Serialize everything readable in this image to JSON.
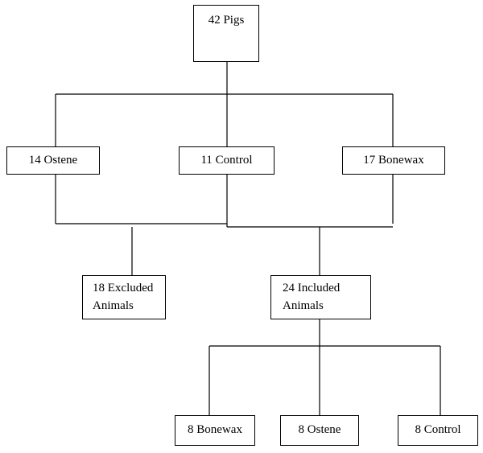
{
  "root": {
    "label": "42 Pigs"
  },
  "groups": [
    {
      "label": "14 Ostene"
    },
    {
      "label": "11 Control"
    },
    {
      "label": "17 Bonewax"
    }
  ],
  "outcomes": {
    "excluded": {
      "line1": "18 Excluded",
      "line2": "Animals"
    },
    "included": {
      "line1": "24 Included",
      "line2": "Animals"
    }
  },
  "included_groups": [
    {
      "label": "8 Bonewax"
    },
    {
      "label": "8 Ostene"
    },
    {
      "label": "8 Control"
    }
  ]
}
